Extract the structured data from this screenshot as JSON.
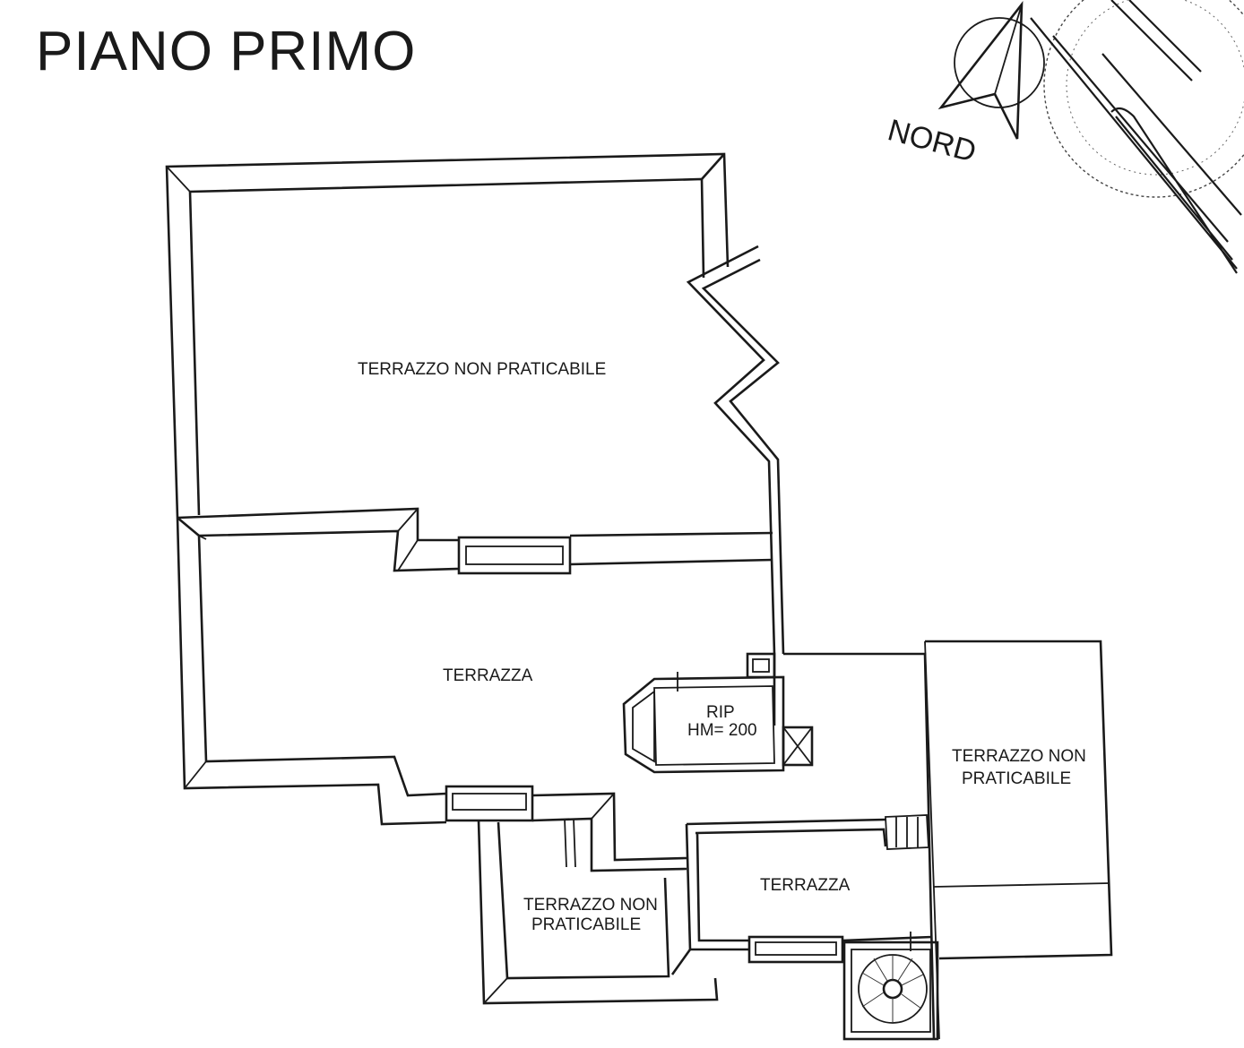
{
  "title": "PIANO PRIMO",
  "north_label": "NORD",
  "rooms": {
    "terrazzo_top": "TERRAZZO NON PRATICABILE",
    "terrazza_main": "TERRAZZA",
    "rip_name": "RIP",
    "rip_height": "HM= 200",
    "terrazzo_right_line1": "TERRAZZO NON",
    "terrazzo_right_line2": "PRATICABILE",
    "terrazzo_small_line1": "TERRAZZO NON",
    "terrazzo_small_line2": "PRATICABILE",
    "terrazza_small": "TERRAZZA"
  },
  "colors": {
    "ink": "#1a1a1a",
    "paper": "#ffffff"
  }
}
